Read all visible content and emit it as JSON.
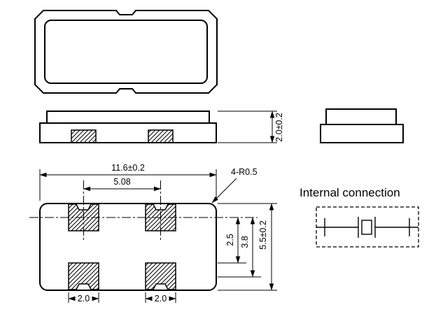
{
  "labels": {
    "internal_connection": "Internal connection"
  },
  "dims": {
    "height": "2.0±0.2",
    "length": "11.6±0.2",
    "pitch": "5.08",
    "corner": "4-R0.5",
    "row_gap": "2.5",
    "row_pitch": "3.8",
    "width": "5.5±0.2",
    "pad_w_left": "2.0",
    "pad_w_right": "2.0"
  },
  "colors": {
    "ink": "#000000",
    "background": "#ffffff"
  }
}
